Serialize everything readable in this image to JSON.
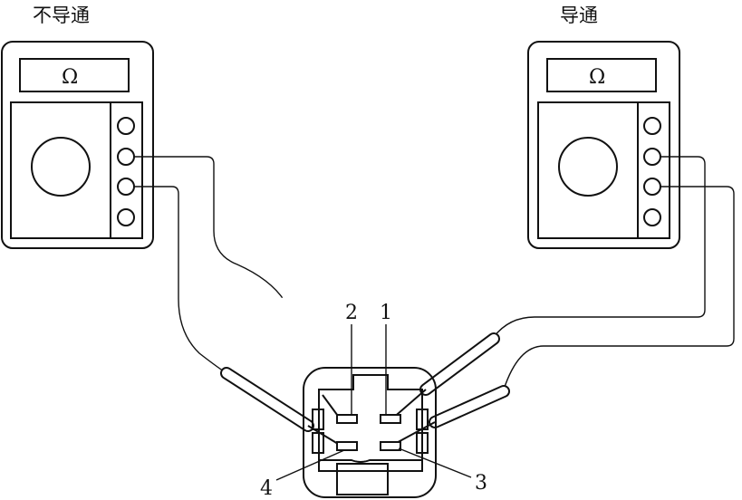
{
  "labels": {
    "left_title": "不导通",
    "right_title": "导通"
  },
  "meters": {
    "left_symbol": "Ω",
    "right_symbol": "Ω"
  },
  "terminals": {
    "t1": "1",
    "t2": "2",
    "t3": "3",
    "t4": "4"
  }
}
